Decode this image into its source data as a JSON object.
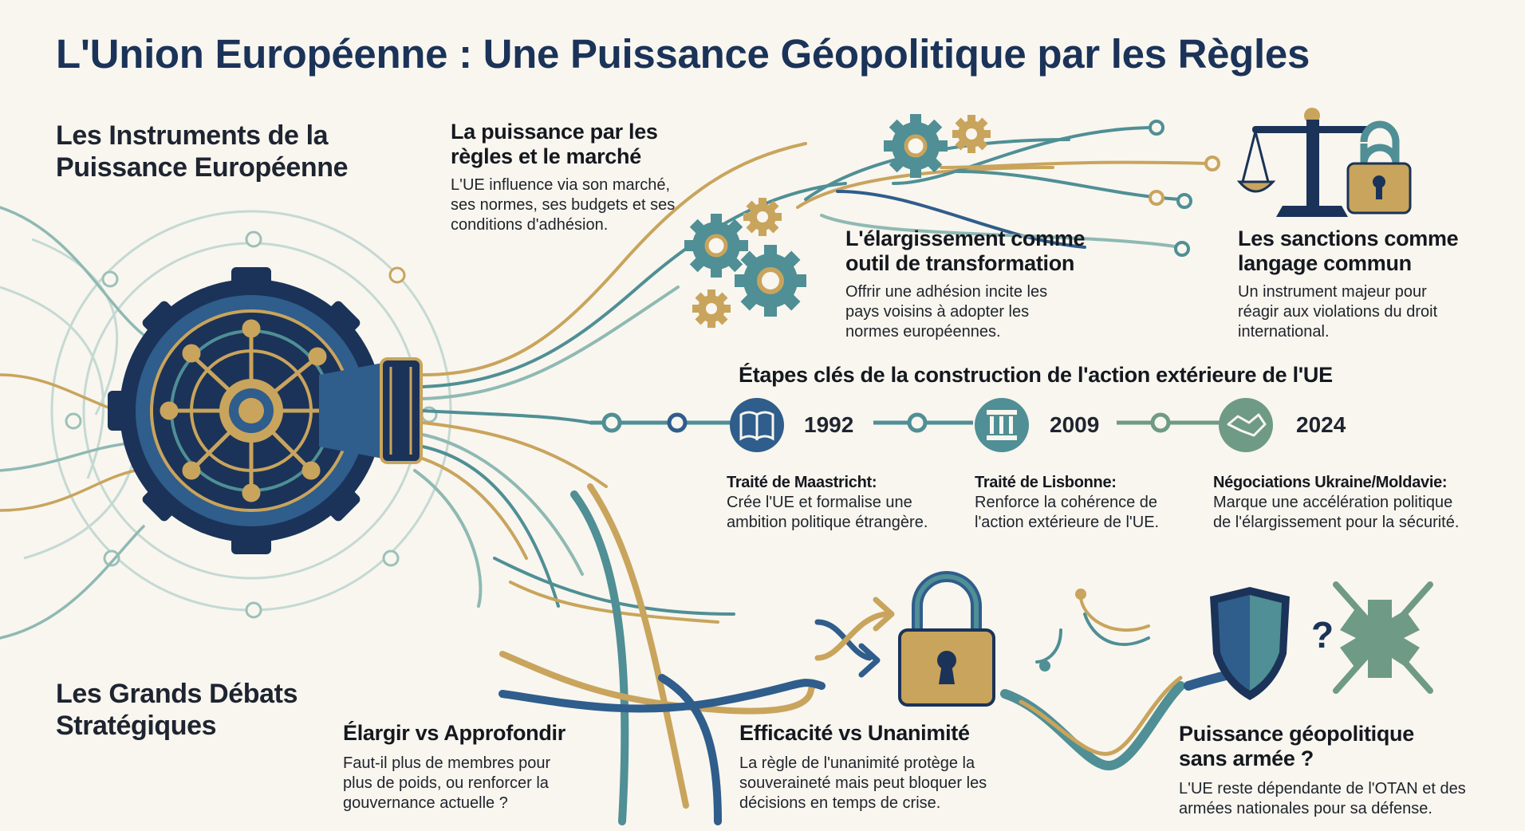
{
  "title": "L'Union Européenne : Une Puissance Géopolitique par les Règles",
  "colors": {
    "navy": "#1b3358",
    "blue": "#2f5d8c",
    "teal": "#4f8f95",
    "gold": "#c9a45c",
    "sage": "#6f9a86",
    "background": "#f8f6ef"
  },
  "instruments": {
    "heading": [
      "Les Instruments de la",
      "Puissance Européenne"
    ],
    "blocks": [
      {
        "title": [
          "La puissance par les",
          "règles et le marché"
        ],
        "body": [
          "L'UE influence via son marché,",
          "ses normes, ses budgets et ses",
          "conditions d'adhésion."
        ],
        "icon": "gears-icon"
      },
      {
        "title": [
          "L'élargissement comme",
          "outil de transformation"
        ],
        "body": [
          "Offrir une adhésion incite les",
          "pays voisins à adopter les",
          "normes européennes."
        ],
        "icon": "network-lines-icon"
      },
      {
        "title": [
          "Les sanctions comme",
          "langage commun"
        ],
        "body": [
          "Un instrument majeur pour",
          "réagir aux violations du droit",
          "international."
        ],
        "icon": "scales-padlock-icon"
      }
    ]
  },
  "timeline": {
    "heading": "Étapes clés de la construction de l'action extérieure de l'UE",
    "milestones": [
      {
        "year": "1992",
        "title": "Traité de Maastricht:",
        "body": [
          "Crée l'UE et formalise une",
          "ambition politique étrangère."
        ],
        "icon": "open-book-icon"
      },
      {
        "year": "2009",
        "title": "Traité de Lisbonne:",
        "body": [
          "Renforce la cohérence de",
          "l'action extérieure de l'UE."
        ],
        "icon": "column-icon"
      },
      {
        "year": "2024",
        "title": "Négociations Ukraine/Moldavie:",
        "body": [
          "Marque une accélération politique",
          "de l'élargissement pour la sécurité."
        ],
        "icon": "handshake-icon"
      }
    ]
  },
  "debates": {
    "heading": [
      "Les Grands Débats",
      "Stratégiques"
    ],
    "blocks": [
      {
        "title": [
          "Élargir vs Approfondir"
        ],
        "body": [
          "Faut-il plus de membres pour",
          "plus de poids, ou renforcer la",
          "gouvernance actuelle ?"
        ],
        "icon": "diverging-paths-icon"
      },
      {
        "title": [
          "Efficacité vs Unanimité"
        ],
        "body": [
          "La règle de l'unanimité protège la",
          "souveraineté mais peut bloquer les",
          "décisions en temps de crise."
        ],
        "icon": "padlock-icon"
      },
      {
        "title": [
          "Puissance géopolitique",
          "sans armée ?"
        ],
        "body": [
          "L'UE reste dépendante de l'OTAN et des",
          "armées nationales pour sa défense."
        ],
        "icon": "shield-icon"
      }
    ]
  }
}
